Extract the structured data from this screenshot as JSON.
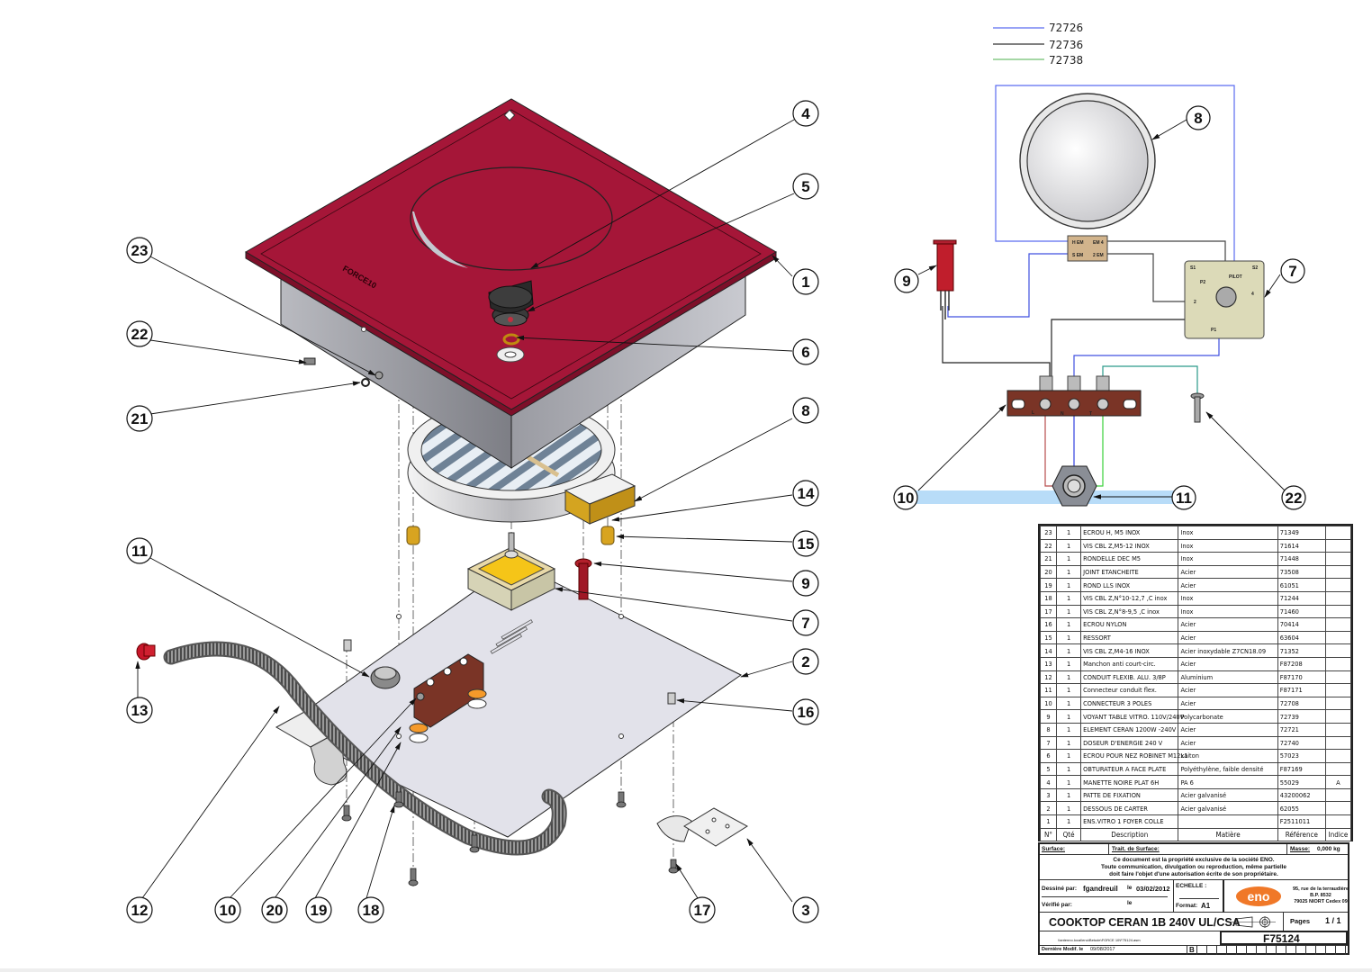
{
  "legend": [
    {
      "label": "72726",
      "color": "#3b4bd9"
    },
    {
      "label": "72736",
      "color": "#222222"
    },
    {
      "label": "72738",
      "color": "#3aa84a"
    }
  ],
  "callouts_exploded": [
    "1",
    "2",
    "3",
    "4",
    "5",
    "6",
    "7",
    "8",
    "9",
    "10",
    "11",
    "12",
    "13",
    "14",
    "15",
    "16",
    "17",
    "18",
    "19",
    "20",
    "21",
    "22",
    "23"
  ],
  "callouts_wiring": [
    "7",
    "8",
    "9",
    "10",
    "11",
    "22"
  ],
  "wiring_labels": {
    "element_terminals": [
      "H EM",
      "EM 4",
      "S EM",
      "2 EM"
    ],
    "regulator_terminals": [
      "S1",
      "S2",
      "PILOT",
      "P2",
      "2",
      "4",
      "P1"
    ],
    "terminal_block": [
      "L",
      "N",
      "T"
    ]
  },
  "brand_mark": "FORCE10",
  "parts_list": {
    "headers": [
      "N°",
      "Qté",
      "Description",
      "Matière",
      "Référence",
      "Indice"
    ],
    "rows": [
      [
        "23",
        "1",
        "ECROU H, M5 INOX",
        "Inox",
        "71349",
        ""
      ],
      [
        "22",
        "1",
        "VIS CBL Z,M5-12 INOX",
        "Inox",
        "71614",
        ""
      ],
      [
        "21",
        "1",
        "RONDELLE DEC M5",
        "Inox",
        "71448",
        ""
      ],
      [
        "20",
        "1",
        "JOINT ETANCHEITE",
        "Acier",
        "73508",
        ""
      ],
      [
        "19",
        "1",
        "ROND LLS INOX",
        "Acier",
        "61051",
        ""
      ],
      [
        "18",
        "1",
        "VIS CBL Z,N°10-12,7 ,C  inox",
        "Inox",
        "71244",
        ""
      ],
      [
        "17",
        "1",
        "VIS CBL Z,N°8-9,5 ,C  inox",
        "Inox",
        "71460",
        ""
      ],
      [
        "16",
        "1",
        "ECROU NYLON",
        "Acier",
        "70414",
        ""
      ],
      [
        "15",
        "1",
        "RESSORT",
        "Acier",
        "63604",
        ""
      ],
      [
        "14",
        "1",
        "VIS CBL Z,M4-16 INOX",
        "Acier inoxydable Z7CN18.09",
        "71352",
        ""
      ],
      [
        "13",
        "1",
        "Manchon anti court-circ.",
        "Acier",
        "F87208",
        ""
      ],
      [
        "12",
        "1",
        "CONDUIT FLEXIB. ALU. 3/8P",
        "Aluminium",
        "F87170",
        ""
      ],
      [
        "11",
        "1",
        "Connecteur conduit flex.",
        "Acier",
        "F87171",
        ""
      ],
      [
        "10",
        "1",
        "CONNECTEUR 3 POLES",
        "Acier",
        "72708",
        ""
      ],
      [
        "9",
        "1",
        "VOYANT TABLE VITRO. 110V/240V",
        "Polycarbonate",
        "72739",
        ""
      ],
      [
        "8",
        "1",
        "ELEMENT CERAN 1200W -240V",
        "Acier",
        "72721",
        ""
      ],
      [
        "7",
        "1",
        "DOSEUR D'ENERGIE 240 V",
        "Acier",
        "72740",
        ""
      ],
      [
        "6",
        "1",
        " ECROU POUR NEZ ROBINET M12x1",
        "Laiton",
        "57023",
        ""
      ],
      [
        "5",
        "1",
        "OBTURATEUR A FACE PLATE",
        "Polyéthylène, faible densité",
        "F87169",
        ""
      ],
      [
        "4",
        "1",
        "MANETTE NOIRE PLAT 6H",
        "PA 6",
        "55029",
        "A"
      ],
      [
        "3",
        "1",
        "PATTE DE FIXATION",
        " Acier galvanisé",
        " 43200062",
        ""
      ],
      [
        "2",
        "1",
        "DESSOUS DE CARTER",
        "Acier galvanisé",
        "62055",
        ""
      ],
      [
        "1",
        "1",
        "ENS.VITRO 1 FOYER COLLE",
        "",
        "F2511011",
        ""
      ]
    ]
  },
  "title_block": {
    "surface_label": "Surface:",
    "trait_label": "Trait. de Surface:",
    "masse_label": "Masse:",
    "masse_value": "0,000 kg",
    "notice": [
      "Ce document est la propriété exclusive de la société ENO.",
      "Toute communication, divulgation ou reproduction, même partielle",
      "doit faire l'objet d'une autorisation écrite de son propriétaire."
    ],
    "drawn_by_label": "Dessiné par:",
    "drawn_by": "fgandreuil",
    "date_label": "le",
    "date": "03/02/2012",
    "checked_by_label": "Vérifié par:",
    "checked_date_label": "le",
    "scale_label": "ECHELLE :",
    "format_label": "Format:",
    "format": "A1",
    "company_logo": "eno",
    "company_address": [
      "95, rue de la terraudière",
      "B.P. 8532",
      "79025 NIORT Cedex 09"
    ],
    "title": "COOKTOP CERAN 1B 240V UL/CSA",
    "pages_label": "Pages",
    "pages": "1 / 1",
    "file_path": "\\\\antenno.local\\eno\\Betude\\FORCE 10\\F75124.asm",
    "drawing_number": "F75124",
    "last_modified_label": "Dernière Modif. le",
    "last_modified": "09/08/2017",
    "revision": "B"
  },
  "colors": {
    "glass": "#a51638",
    "housing": "#8e8f96",
    "base_plate": "#e2e2ea",
    "terminal_block": "#7a3426",
    "regulator": "#d8d6b8",
    "highlight": "#b8dcf8"
  }
}
